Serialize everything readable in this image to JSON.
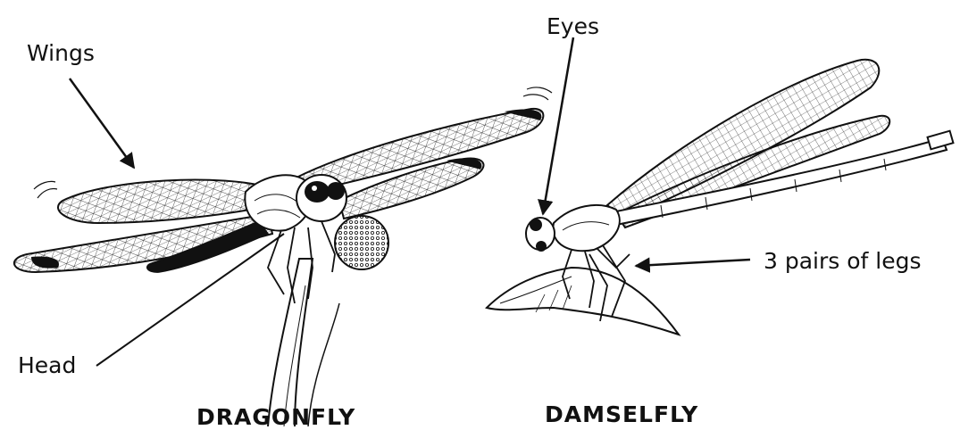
{
  "labels": {
    "wings": "Wings",
    "head": "Head",
    "eyes": "Eyes",
    "legs": "3 pairs of legs"
  },
  "captions": {
    "left": "DRAGONFLY",
    "right": "DAMSELFLY"
  },
  "colors": {
    "ink": "#111111",
    "background": "#ffffff"
  }
}
